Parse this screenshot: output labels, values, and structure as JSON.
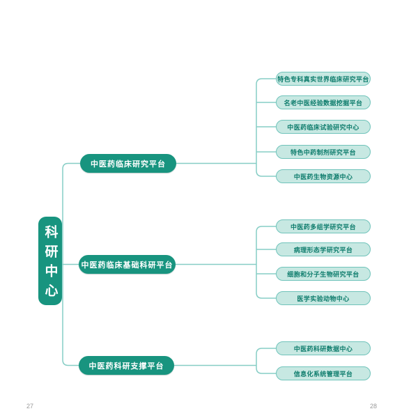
{
  "page": {
    "left_page_number": "27",
    "right_page_number": "28"
  },
  "colors": {
    "node_fill": "#18947F",
    "root_text": "#FFFFFF",
    "leaf_fill": "#C7E8E2",
    "leaf_border": "#6FC3BA",
    "leaf_text": "#0F7D6D",
    "line": "#86CDC5",
    "page_number": "#9A9A9A"
  },
  "mindmap": {
    "root": {
      "label": "科研中心"
    },
    "branches": [
      {
        "label": "中医药临床研究平台",
        "children": [
          "特色专科真实世界临床研究平台",
          "名老中医经验数据挖掘平台",
          "中医药临床试验研究中心",
          "特色中药制剂研究平台",
          "中医药生物资源中心"
        ]
      },
      {
        "label": "中医药临床基础科研平台",
        "children": [
          "中医药多组学研究平台",
          "病理形态学研究平台",
          "细胞和分子生物研究平台",
          "医学实验动物中心"
        ]
      },
      {
        "label": "中医药科研支撑平台",
        "children": [
          "中医药科研数据中心",
          "信息化系统管理平台"
        ]
      }
    ]
  }
}
